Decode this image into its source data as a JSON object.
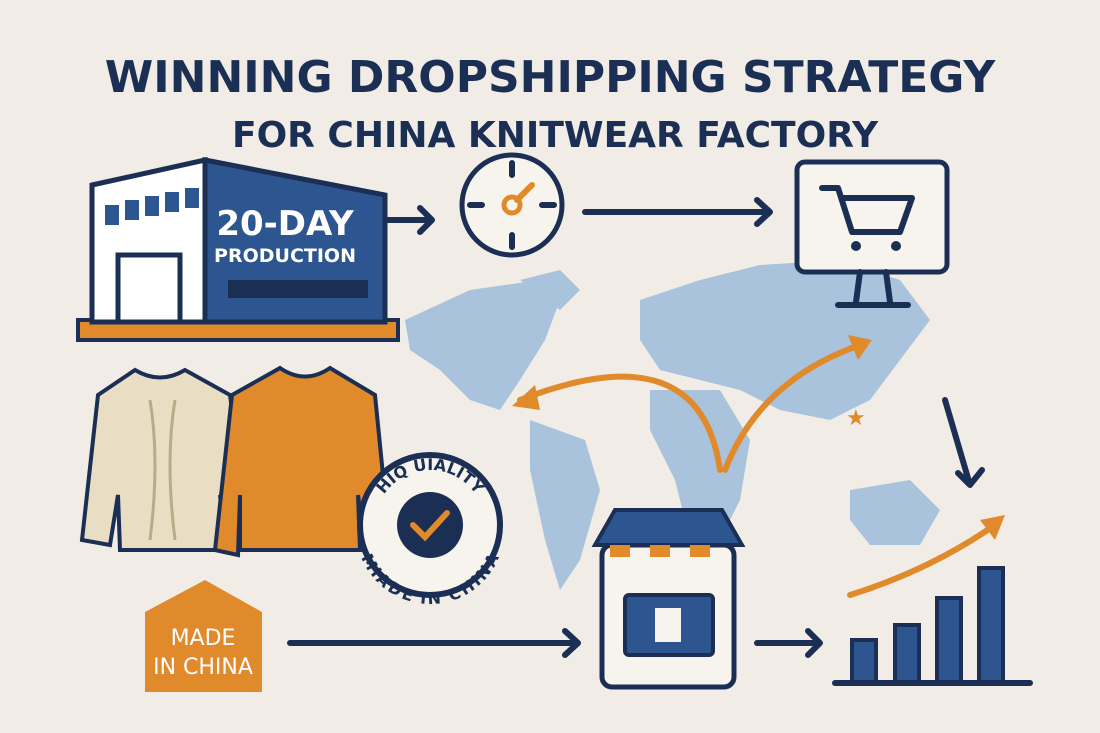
{
  "title": {
    "line1": "WINNING DROPSHIPPING STRATEGY",
    "line2": "FOR CHINA KNITWEAR FACTORY"
  },
  "factory": {
    "line1": "20-DAY",
    "line2": "PRODUCTION"
  },
  "seal": {
    "top": "HIQ UIALITY",
    "bottom": "MIADE IN CHINA"
  },
  "tag": {
    "line1": "MADE",
    "line2": "IN CHINA"
  },
  "colors": {
    "navy": "#1b2f55",
    "blue": "#2d5590",
    "orange": "#e08a2c",
    "map": "#a9c3dc",
    "background": "#f1ede6"
  }
}
